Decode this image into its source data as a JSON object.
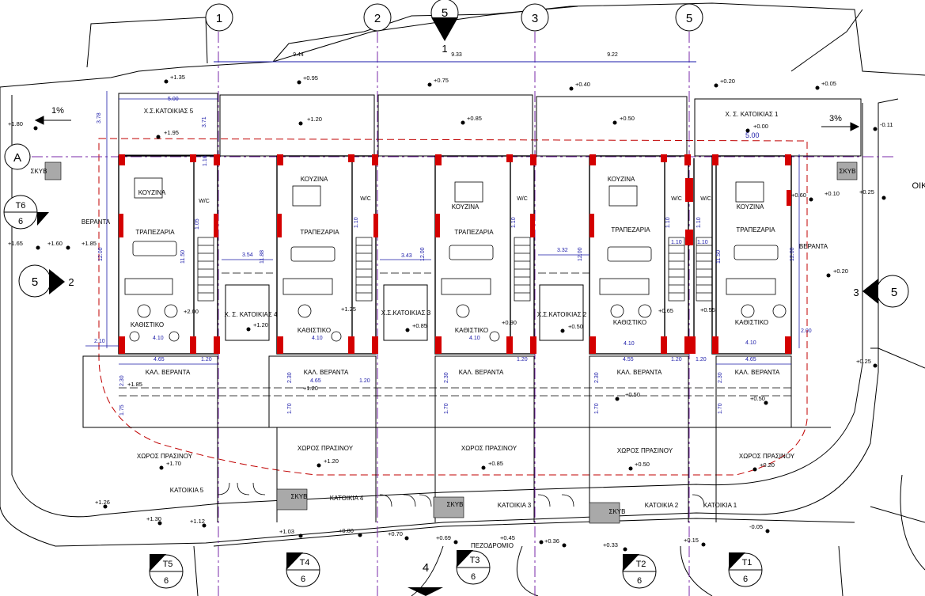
{
  "grid": {
    "axes_top": [
      "1",
      "2",
      "3",
      "5"
    ],
    "row_axis": "A",
    "section_marks": [
      "5",
      "5",
      "5",
      "4"
    ],
    "section_numbers": [
      "1",
      "2",
      "3"
    ],
    "dims_top": [
      "9.44",
      "9.33",
      "9.22"
    ]
  },
  "rooms": {
    "kitchen": "ΚΟΥΖΙΝΑ",
    "dining": "ΤΡΑΠΕΖΑΡΙΑ",
    "living": "ΚΑΘΙΣΤΙΚΟ",
    "wc": "W/C",
    "covered_veranda": "ΚΑΛ. ΒΕΡΑΝΤΑ",
    "veranda": "ΒΕΡΑΝΤΑ",
    "green_space": "ΧΩΡΟΣ ΠΡΑΣΙΝΟΥ",
    "storage": "ΣΚΥΒ",
    "sidewalk": "ΠΕΖΟΔΡΟΜΙΟ",
    "oik": "ΟΙΚ"
  },
  "units": [
    {
      "name": "ΚΑΤΟΙΚΙΑ 5",
      "parking": "Χ.Σ.ΚΑΤΟΙΚΙΑΣ 5",
      "tag": "T5",
      "tag_no": "6"
    },
    {
      "name": "ΚΑΤΟΙΚΙΑ 4",
      "parking": "Χ. Σ. ΚΑΤΟΙΚΙΑΣ 4",
      "tag": "T4",
      "tag_no": "6"
    },
    {
      "name": "ΚΑΤΟΙΚΙΑ 3",
      "parking": "Χ.Σ.ΚΑΤΟΙΚΙΑΣ 3",
      "tag": "T3",
      "tag_no": "6"
    },
    {
      "name": "ΚΑΤΟΙΚΙΑ 2",
      "parking": "Χ.Σ.ΚΑΤΟΙΚΙΑΣ 2",
      "tag": "T2",
      "tag_no": "6"
    },
    {
      "name": "ΚΑΤΟΙΚΙΑ 1",
      "parking": "Χ. Σ. ΚΑΤΟΙΚΙΑΣ 1",
      "tag": "T1",
      "tag_no": "6"
    }
  ],
  "tag_left": {
    "tag": "T6",
    "tag_no": "6"
  },
  "slopes": [
    "1%",
    "3%"
  ],
  "levels": {
    "top": [
      "+1.35",
      "+0.95",
      "+0.75",
      "+0.40",
      "+0.20",
      "+0.05"
    ],
    "yard": [
      "+1.80",
      "+1.95",
      "+1.20",
      "+0.85",
      "+0.50",
      "+0.00",
      "-0.11"
    ],
    "mid": [
      "+1.65",
      "+1.60",
      "+1.85",
      "+0.60",
      "+0.10",
      "+0.25",
      "+0.20"
    ],
    "inner": [
      "+2.00",
      "+1.25",
      "+1.20",
      "+0.85",
      "+0.90",
      "+0.50",
      "+0.65",
      "+0.55"
    ],
    "veranda": [
      "+1.85",
      "+1.20",
      "+0.50",
      "+0.50",
      "+0.25"
    ],
    "garden": [
      "+1.70",
      "+1.20",
      "+0.85",
      "+0.50",
      "+0.20"
    ],
    "street": [
      "+1.26",
      "+1.30",
      "+1.12",
      "+1.03",
      "+0.80",
      "+0.70",
      "+0.69",
      "+0.45",
      "+0.36",
      "+0.33",
      "+0.15",
      "-0.05"
    ]
  },
  "dims": {
    "d378": "3.78",
    "d371": "3.71",
    "d500": "5.00",
    "d500b": "5.00",
    "d1200": "12.00",
    "d1150": "11.50",
    "d105": "1.05",
    "d116": "1.16",
    "d110": "1.10",
    "d354": "3.54",
    "d343": "3.43",
    "d332": "3.32",
    "d188": "11.88",
    "d210": "2.10",
    "d410": "4.10",
    "d465": "4.65",
    "d455": "4.55",
    "d120": "1.20",
    "d230": "2.30",
    "d175": "1.75",
    "d170": "1.70",
    "d200": "2.00"
  }
}
